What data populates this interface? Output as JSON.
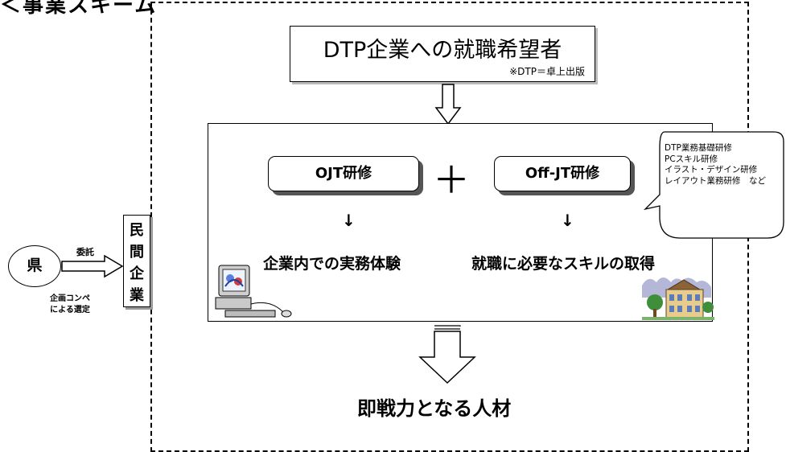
{
  "header": {
    "title": "＜事業スキーム"
  },
  "top_box": {
    "title": "DTP企業への就職希望者",
    "note": "※DTP＝卓上出版"
  },
  "trainings": {
    "ojt": {
      "label": "OJT研修",
      "result": "企業内での実務体験"
    },
    "plus": "＋",
    "offjt": {
      "label": "Off-JT研修",
      "result": "就職に必要なスキルの取得"
    },
    "arrow_glyph": "↓"
  },
  "bubble": {
    "lines": [
      "DTP業務基礎研修",
      "PCスキル研修",
      "イラスト・デザイン研修",
      "レイアウト業務研修　など"
    ]
  },
  "left": {
    "prefecture": "県",
    "commission": "委託",
    "selection": [
      "企画コンペ",
      "による選定"
    ],
    "private_company": [
      "民",
      "間",
      "企",
      "業"
    ]
  },
  "outcome": "即戦力となる人材",
  "colors": {
    "line": "#000000",
    "shadow": "#555555",
    "background": "#ffffff"
  }
}
